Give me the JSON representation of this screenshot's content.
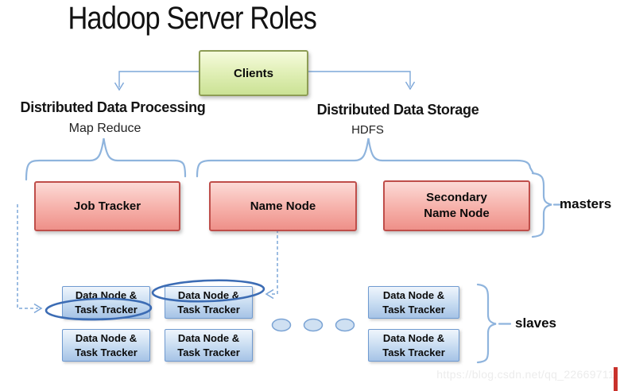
{
  "title": "Hadoop Server Roles",
  "clients_label": "Clients",
  "processing": {
    "heading": "Distributed Data Processing",
    "subheading": "Map Reduce"
  },
  "storage": {
    "heading": "Distributed Data Storage",
    "subheading": "HDFS"
  },
  "masters": {
    "group_label": "masters",
    "nodes": [
      {
        "label": "Job Tracker"
      },
      {
        "label": "Name Node"
      },
      {
        "label": "Secondary\nName Node"
      }
    ]
  },
  "slaves": {
    "group_label": "slaves",
    "node_label": "Data Node &\nTask Tracker",
    "ellipsis_dots": 3
  },
  "annotations": {
    "circled_terms": [
      "Task Tracker",
      "Data Node &"
    ]
  },
  "watermark": "https://blog.csdn.net/qq_22669711",
  "colors": {
    "connector_blue": "#7da7d9",
    "brace_blue": "#8fb4dd",
    "annotation_blue": "#3c6cb4",
    "master_box_top": "#fcdad6",
    "master_box_bottom": "#ee9089",
    "master_border": "#bf4e4a",
    "slave_box_top": "#eff5fc",
    "slave_box_bottom": "#a6c3e6",
    "slave_border": "#6f9ad0",
    "clients_box_top": "#f6fbdd",
    "clients_box_bottom": "#cbe295",
    "clients_border": "#8d9c55",
    "watermark_text": "#ececec",
    "watermark_bar": "#c9312b"
  }
}
